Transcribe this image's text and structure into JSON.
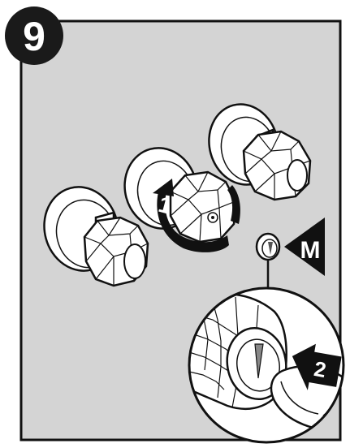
{
  "step": {
    "number": "9"
  },
  "callouts": {
    "rotate_step": "1",
    "press_step": "2",
    "marker": "M"
  },
  "colors": {
    "panel_background": "#d4d4d4",
    "badge": "#1a1a1a",
    "knob_fill": "#ffffff",
    "outline": "#111111"
  },
  "icons": [
    "rotate-arrow-icon",
    "press-arrow-icon",
    "marker-pointer-icon"
  ]
}
